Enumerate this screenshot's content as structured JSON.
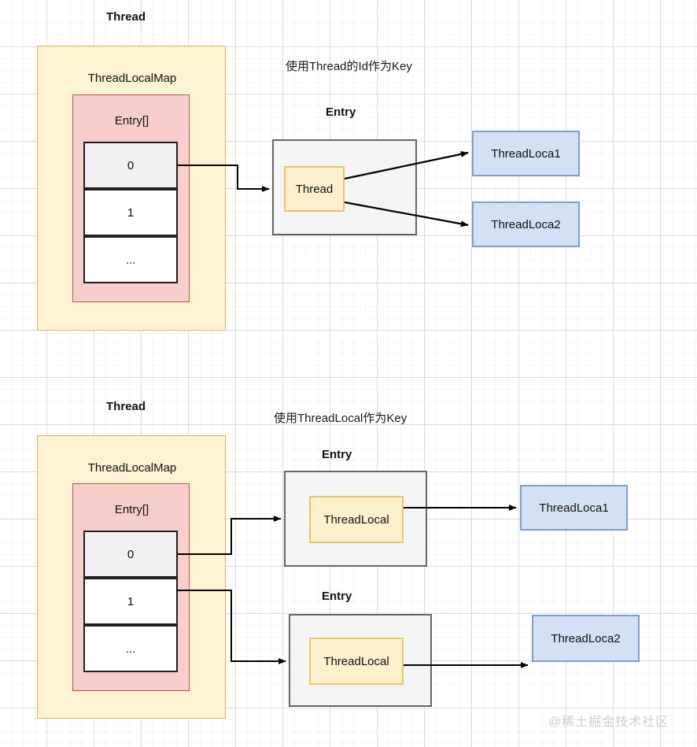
{
  "diagram": {
    "watermark": "@稀土掘金技术社区",
    "sections": [
      {
        "id": "top",
        "thread_title": "Thread",
        "note": "使用Thread的Id作为Key",
        "threadlocalmap_label": "ThreadLocalMap",
        "entry_array_label": "Entry[]",
        "cells": [
          "0",
          "1",
          "..."
        ],
        "entry_title": "Entry",
        "entry_key_label": "Thread",
        "targets": [
          "ThreadLoca1",
          "ThreadLoca2"
        ]
      },
      {
        "id": "bottom",
        "thread_title": "Thread",
        "note": "使用ThreadLocal作为Key",
        "threadlocalmap_label": "ThreadLocalMap",
        "entry_array_label": "Entry[]",
        "cells": [
          "0",
          "1",
          "..."
        ],
        "entry_title_1": "Entry",
        "entry_title_2": "Entry",
        "entry_key_label_1": "ThreadLocal",
        "entry_key_label_2": "ThreadLocal",
        "targets": [
          "ThreadLoca1",
          "ThreadLoca2"
        ]
      }
    ],
    "colors": {
      "thread_fill": "#fdf3d2",
      "thread_stroke": "#d6b656",
      "entry_array_fill": "#f8cecc",
      "entry_array_stroke": "#b85450",
      "entry_outer_fill": "#f5f5f5",
      "entry_outer_stroke": "#666666",
      "key_fill": "#fdf1cd",
      "key_stroke": "#e8c66a",
      "target_fill": "#d4e1f5",
      "target_stroke": "#7f9fc9",
      "cell_stroke": "#1f1f1f",
      "arrow": "#000000"
    }
  }
}
